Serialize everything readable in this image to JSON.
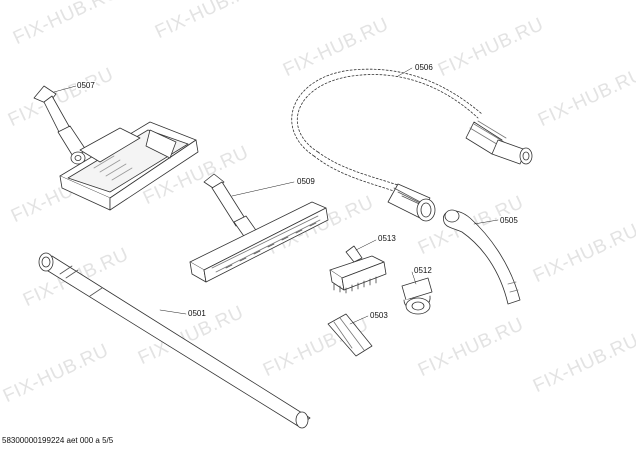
{
  "watermark": "FIX-HUB.RU",
  "footer": "58300000199224 aet 000 a 5/5",
  "parts": {
    "turbo_brush": "0507",
    "hose": "0506",
    "floor_nozzle": "0509",
    "handle": "0505",
    "upholstery_brush": "0513",
    "clip_adapter": "0512",
    "crevice_tool": "0503",
    "tube": "0501"
  }
}
